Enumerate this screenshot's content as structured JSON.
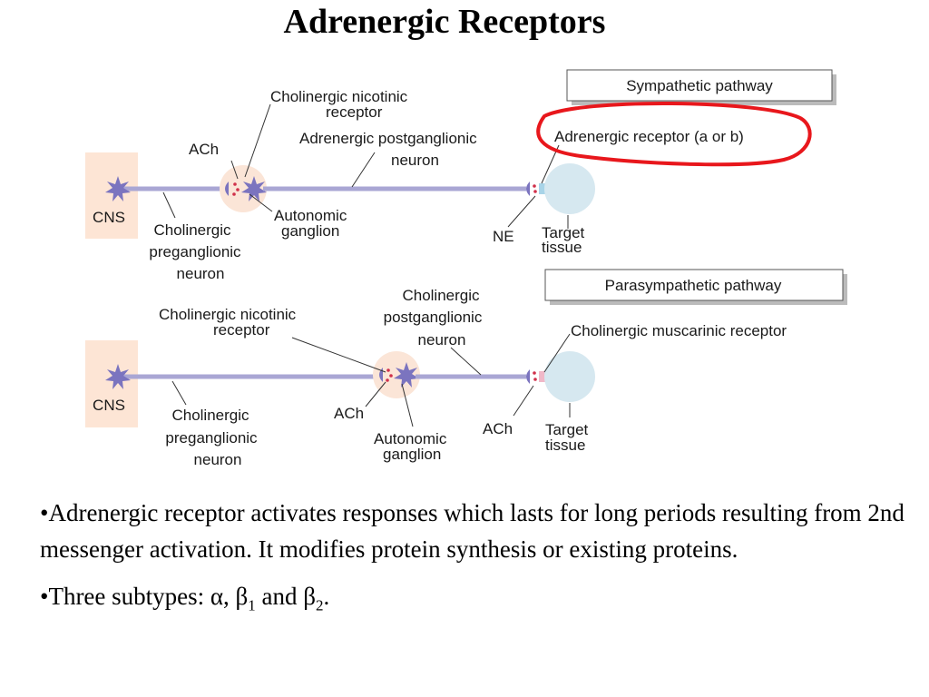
{
  "title": "Adrenergic Receptors",
  "sympathetic": {
    "pathway_label": "Sympathetic pathway",
    "cns": "CNS",
    "ach": "ACh",
    "nicotinic_l1": "Cholinergic nicotinic",
    "nicotinic_l2": "receptor",
    "post_l1": "Adrenergic postganglionic",
    "post_l2": "neuron",
    "receptor": "Adrenergic receptor (a or b)",
    "pre_l1": "Cholinergic",
    "pre_l2": "preganglionic",
    "pre_l3": "neuron",
    "ganglion_l1": "Autonomic",
    "ganglion_l2": "ganglion",
    "ne": "NE",
    "target_l1": "Target",
    "target_l2": "tissue"
  },
  "parasympathetic": {
    "pathway_label": "Parasympathetic pathway",
    "cns": "CNS",
    "nicotinic_l1": "Cholinergic nicotinic",
    "nicotinic_l2": "receptor",
    "post_l1": "Cholinergic",
    "post_l2": "postganglionic",
    "post_l3": "neuron",
    "receptor": "Cholinergic muscarinic receptor",
    "pre_l1": "Cholinergic",
    "pre_l2": "preganglionic",
    "pre_l3": "neuron",
    "ach_ganglion": "ACh",
    "ganglion_l1": "Autonomic",
    "ganglion_l2": "ganglion",
    "ach_target": "ACh",
    "target_l1": "Target",
    "target_l2": "tissue"
  },
  "colors": {
    "axon": "#a9a6d4",
    "neuron": "#7b74bf",
    "glow": "#fbe5d7",
    "cns_box": "#fde5d5",
    "target": "#d6e8f0",
    "highlight": "#e8171c",
    "ach_dots": "#d0304a"
  },
  "bullets": {
    "b1": "•Adrenergic receptor activates responses which lasts for long periods resulting from 2nd messenger activation. It modifies protein synthesis or existing proteins.",
    "b2_pre": "•Three subtypes: α, β",
    "b2_sub1": "1",
    "b2_mid": " and β",
    "b2_sub2": "2",
    "b2_end": "."
  }
}
